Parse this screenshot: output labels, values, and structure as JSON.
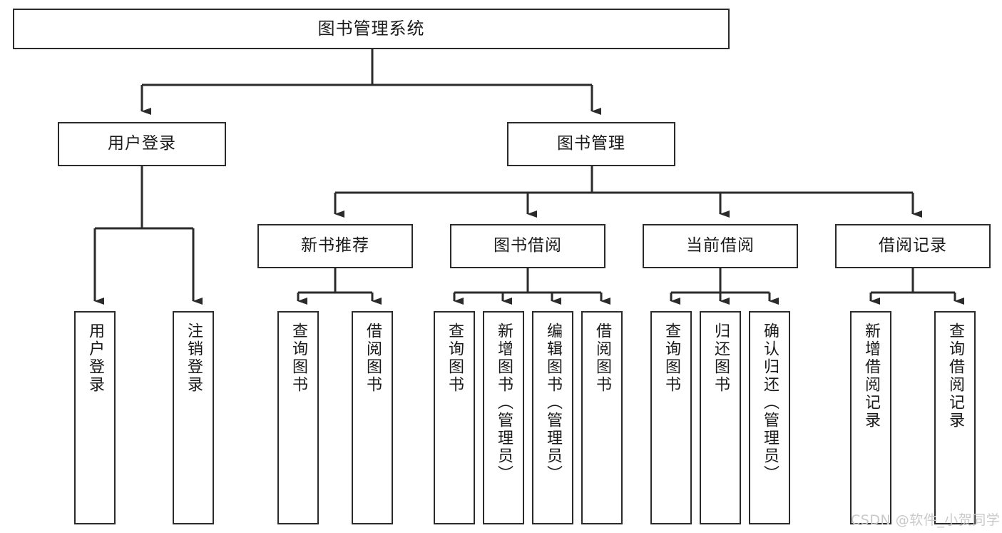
{
  "diagram": {
    "title": "图书管理系统",
    "type": "tree",
    "colors": {
      "stroke": "#2b2b2b",
      "fill": "#ffffff",
      "text": "#1a1a1a",
      "watermark": "#c9c9c9"
    },
    "root": {
      "label": "图书管理系统"
    },
    "level1": [
      {
        "id": "user-login",
        "label": "用户登录"
      },
      {
        "id": "book-manage",
        "label": "图书管理"
      }
    ],
    "level2": [
      {
        "id": "new-book-rec",
        "label": "新书推荐"
      },
      {
        "id": "book-borrow",
        "label": "图书借阅"
      },
      {
        "id": "current-borrow",
        "label": "当前借阅"
      },
      {
        "id": "borrow-record",
        "label": "借阅记录"
      }
    ],
    "leaves": {
      "user_login": [
        {
          "id": "leaf-user-login",
          "label": "用户登录"
        },
        {
          "id": "leaf-logout",
          "label": "注销登录"
        }
      ],
      "new_book_rec": [
        {
          "id": "leaf-query-book-1",
          "label": "查询图书"
        },
        {
          "id": "leaf-borrow-book-1",
          "label": "借阅图书"
        }
      ],
      "book_borrow": [
        {
          "id": "leaf-query-book-2",
          "label": "查询图书"
        },
        {
          "id": "leaf-add-book",
          "label": "新增图书（管理员）"
        },
        {
          "id": "leaf-edit-book",
          "label": "编辑图书（管理员）"
        },
        {
          "id": "leaf-borrow-book-2",
          "label": "借阅图书"
        }
      ],
      "current_borrow": [
        {
          "id": "leaf-query-book-3",
          "label": "查询图书"
        },
        {
          "id": "leaf-return-book",
          "label": "归还图书"
        },
        {
          "id": "leaf-confirm-return",
          "label": "确认归还（管理员）"
        }
      ],
      "borrow_record": [
        {
          "id": "leaf-add-record",
          "label": "新增借阅记录"
        },
        {
          "id": "leaf-query-record",
          "label": "查询借阅记录"
        }
      ]
    },
    "watermark": "CSDN @软件_小贺同学"
  }
}
